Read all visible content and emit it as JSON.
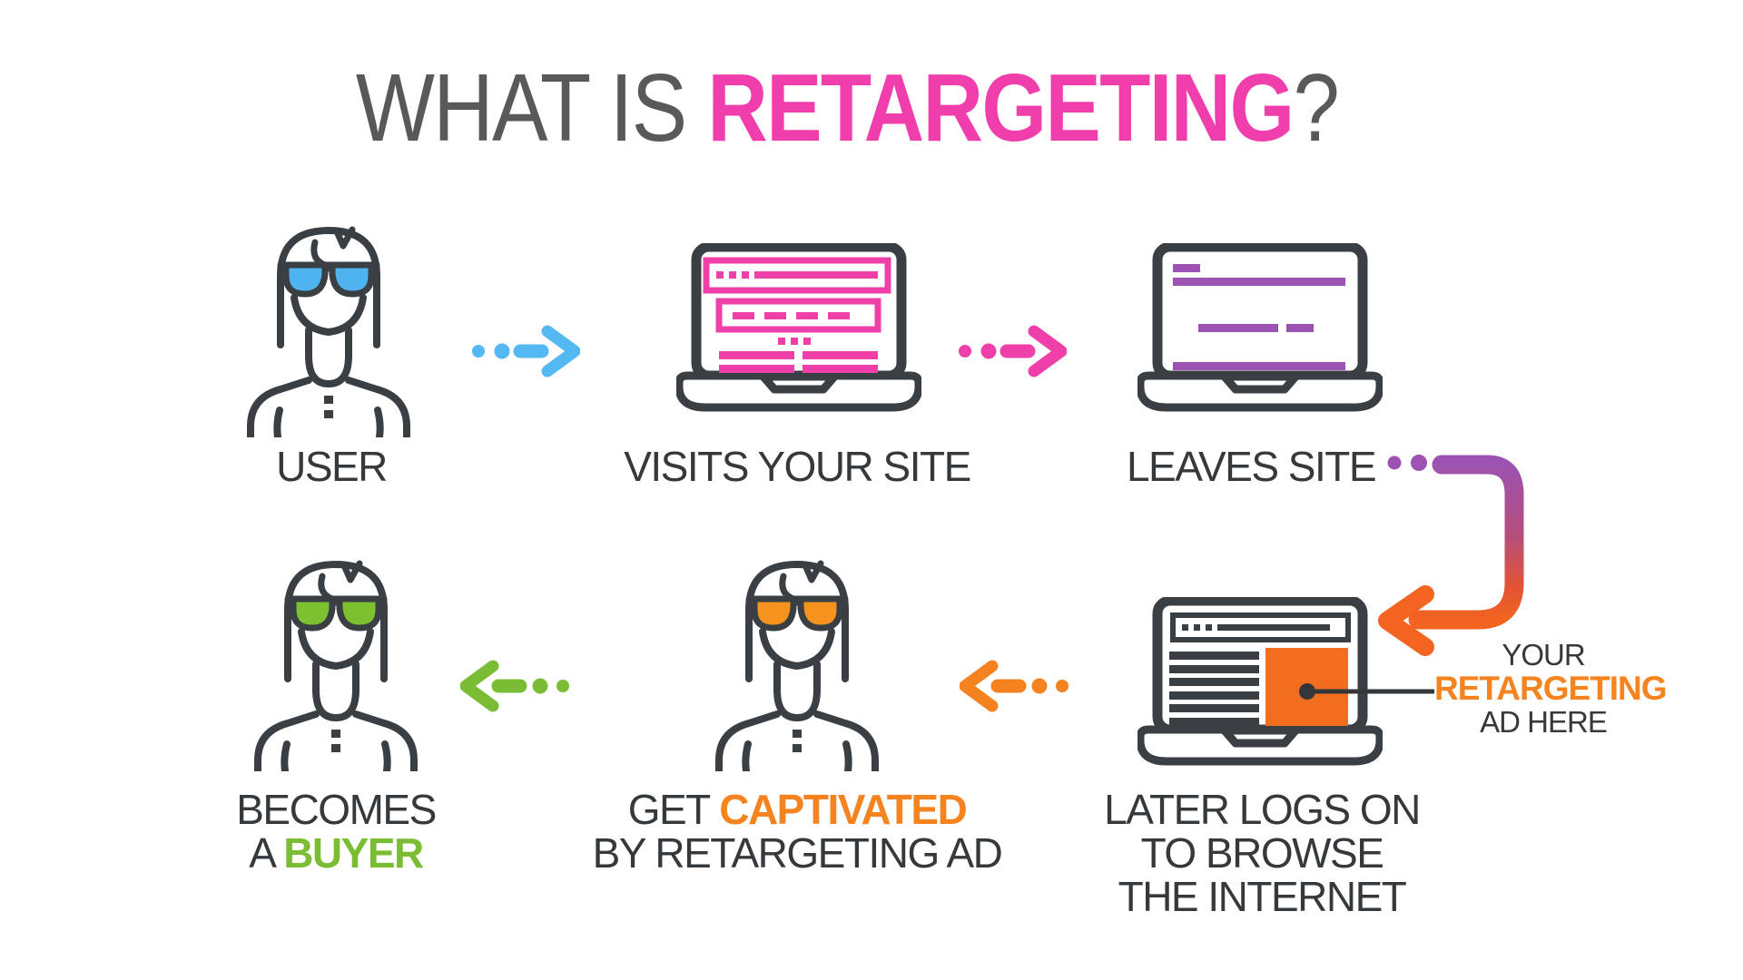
{
  "title": {
    "prefix": "WHAT IS ",
    "highlight": "RETARGETING",
    "suffix": "?"
  },
  "flow": {
    "step_user": {
      "label": "USER",
      "icon": "person-blue-sunglasses-icon"
    },
    "step_visits": {
      "label": "VISITS YOUR SITE",
      "icon": "laptop-pink-website-icon"
    },
    "step_leaves": {
      "label": "LEAVES SITE",
      "icon": "laptop-purple-website-icon"
    },
    "step_later": {
      "lines": [
        "LATER LOGS ON",
        "TO BROWSE",
        "THE INTERNET"
      ],
      "icon": "laptop-retargeting-ad-icon"
    },
    "step_captivated": {
      "prefix": "GET ",
      "highlight": "CAPTIVATED",
      "line2": "BY RETARGETING AD",
      "icon": "person-orange-sunglasses-icon"
    },
    "step_buyer": {
      "line1": "BECOMES",
      "prefix": "A ",
      "highlight": "BUYER",
      "icon": "person-green-sunglasses-icon"
    }
  },
  "callout": {
    "line1": "YOUR",
    "line2": "RETARGETING",
    "line3": "AD HERE"
  },
  "colors": {
    "title_gray": "#58595b",
    "pink": "#f03fad",
    "purple": "#9c52b0",
    "blue": "#54b9f2",
    "orange": "#f5831f",
    "orange_deep": "#f2641f",
    "green": "#7abd35",
    "ink": "#3a3f43",
    "text": "#35393c"
  }
}
